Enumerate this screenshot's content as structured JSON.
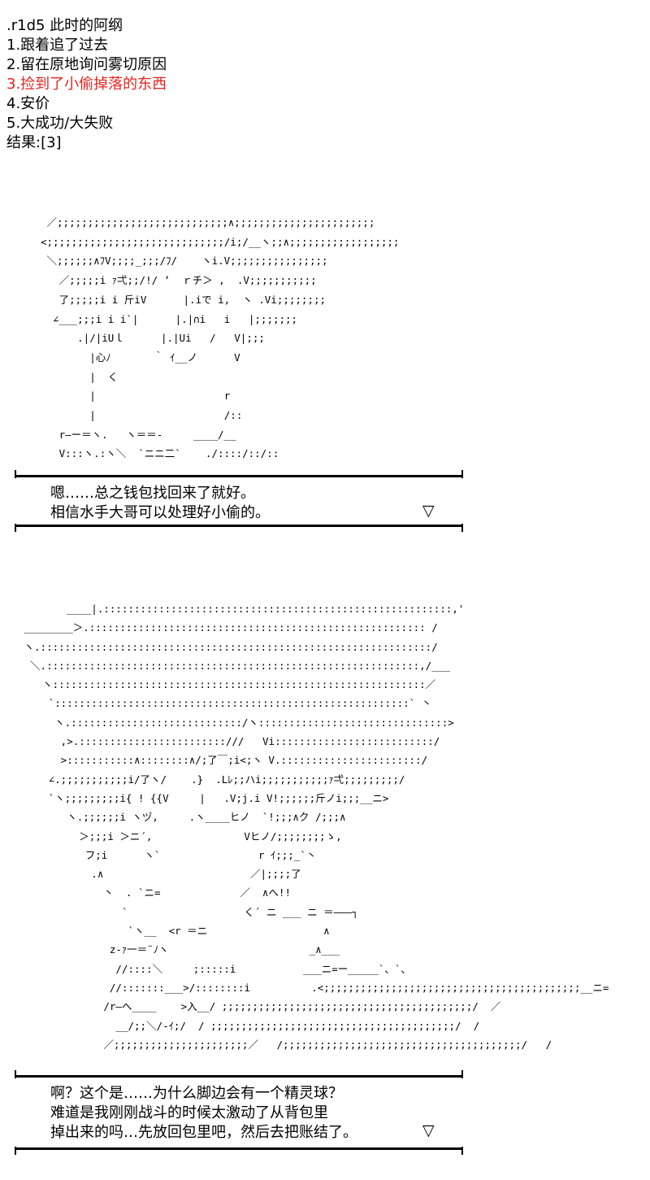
{
  "header": {
    "lines": [
      ".r1d5 此时的阿纲",
      "1.跟着追了过去",
      "2.留在原地询问雾切原因",
      "3.捡到了小偷掉落的东西",
      "4.安价",
      "5.大成功/大失败",
      "结果:[3]"
    ],
    "highlight_color": "#e8231e"
  },
  "ascii_art_1": " ／;;;;;;;;;;;;;;;;;;;;;;;;;;;;∧;;;;;;;;;;;;;;;;;;;;;;;\n<;;;;;;;;;;;;;;;;;;;;;;;;;;;;;/i;/__ヽ;;∧;;;;;;;;;;;;;;;;;;\n ＼;;;;;;∧ﾌV;;;;_;;;/ﾌ/    ヽi.V;;;;;;;;;;;;;;;;\n   ／;;;;;i ｧ弌;;/!/ ’  ｒチ＞ ,  .V;;;;;;;;;;;\n   了;;;;;i i 斤iV      |.iで i,  ヽ .Vi;;;;;;;;\n  ∠___;;;i i i`|      |.|∩i   i   |;;;;;;;\n      .|/|iUｌ      |.|Ui   /   V|;;;\n        |心ﾉ       ｀ ｲ__ノ      V\n        |  く\n        |                     r\n        |                     /::\n   r―ー＝ヽ.   ヽ＝＝-     ____/__\n   V:::ヽ.:ヽ＼  `ニニ二`    ./::::/::/::",
  "dialog_1": {
    "lines": [
      "嗯……总之钱包找回来了就好。",
      "相信水手大哥可以处理好小偷的。"
    ],
    "next_symbol": "▽"
  },
  "ascii_art_2": "        ____|.:::::::::::::::::::::::::::::::::::::::::::::::::::::::::,'\n ________＞.::::::::::::::::::::::::::::::::::::::::::::::::::::::: /\n ヽ.::::::::::::::::::::::::::::::::::::::::::::::::::::::::::::::::/\n  ＼.:::::::::::::::::::::::::::::::::::::::::::::::::::::::::::::,/___\n    ヽ:::::::::::::::::::::::::::::::::::::::::::::::::::::::::::::／\n     `::::::::::::::::::::::::::::::::::::::::::::::::::::::::::` 丶\n      ヽ.::::::::::::::::::::::::::::/ヽ:::::::::::::::::::::::::::::::>\n       ,>.::::::::::::::::::::::::///   Vi::::::::::::::::::::::::::/\n       >:::::::::::∧::::::::∧/;了￣;i<;ヽ V.:::::::::::::::::::::::/\n     ∠.;;;;;;;;;;;i/了ヽ/    .}  .Lﾚ;;ハi;;;;;;;;;;;ｧ弌;;;;;;;;;/\n     `ヽ;;;;;;;;;i{ ! {{V     |   .V;j.i V!;;;;;;斤ノi;;;__ニ>\n        ヽ.;;;;;;i ヽヅ,     .ヽ____ヒノ  `!;;;∧ク /;;;∧\n          ＞;;;i ＞ニ´,               Vヒノ/;;;;;;;;ゝ,\n           フ;i      ヽ`                r ｲ;;;_`丶\n            .∧                        ／|;;;;了\n              丶  . `ニ=             ／  ∧へ!!\n                 `                   く´ ニ ___ ニ ＝―――┐\n                  `ヽ__  <r ＝ニ                   ∧\n               z-ｧ一＝¨ﾉヽ                       _∧___\n                //::::＼     ;:::::i           ___ニ=ー_____`、`、\n               //:::::::___>/::::::::i          .<;;;;;;;;;;;;;;;;;;;;;;;;;;;;;;;;;;;;;;;;;;__ニ=\n              /r―へ____    >入__/ ;;;;;;;;;;;;;;;;;;;;;;;;;;;;;;;;;;;;;;;;;/  ／\n                __/;;＼/-ｲ;/  / ;;;;;;;;;;;;;;;;;;;;;;;;;;;;;;;;;;;;;;;;/  /\n              ／;;;;;;;;;;;;;;;;;;;;;;／   /;;;;;;;;;;;;;;;;;;;;;;;;;;;;;;;;;;;;;;;/   /",
  "dialog_2": {
    "lines": [
      "啊？这个是……为什么脚边会有一个精灵球？",
      "难道是我刚刚战斗的时候太激动了从背包里",
      "掉出来的吗…先放回包里吧，然后去把账结了。"
    ],
    "next_symbol": "▽"
  }
}
